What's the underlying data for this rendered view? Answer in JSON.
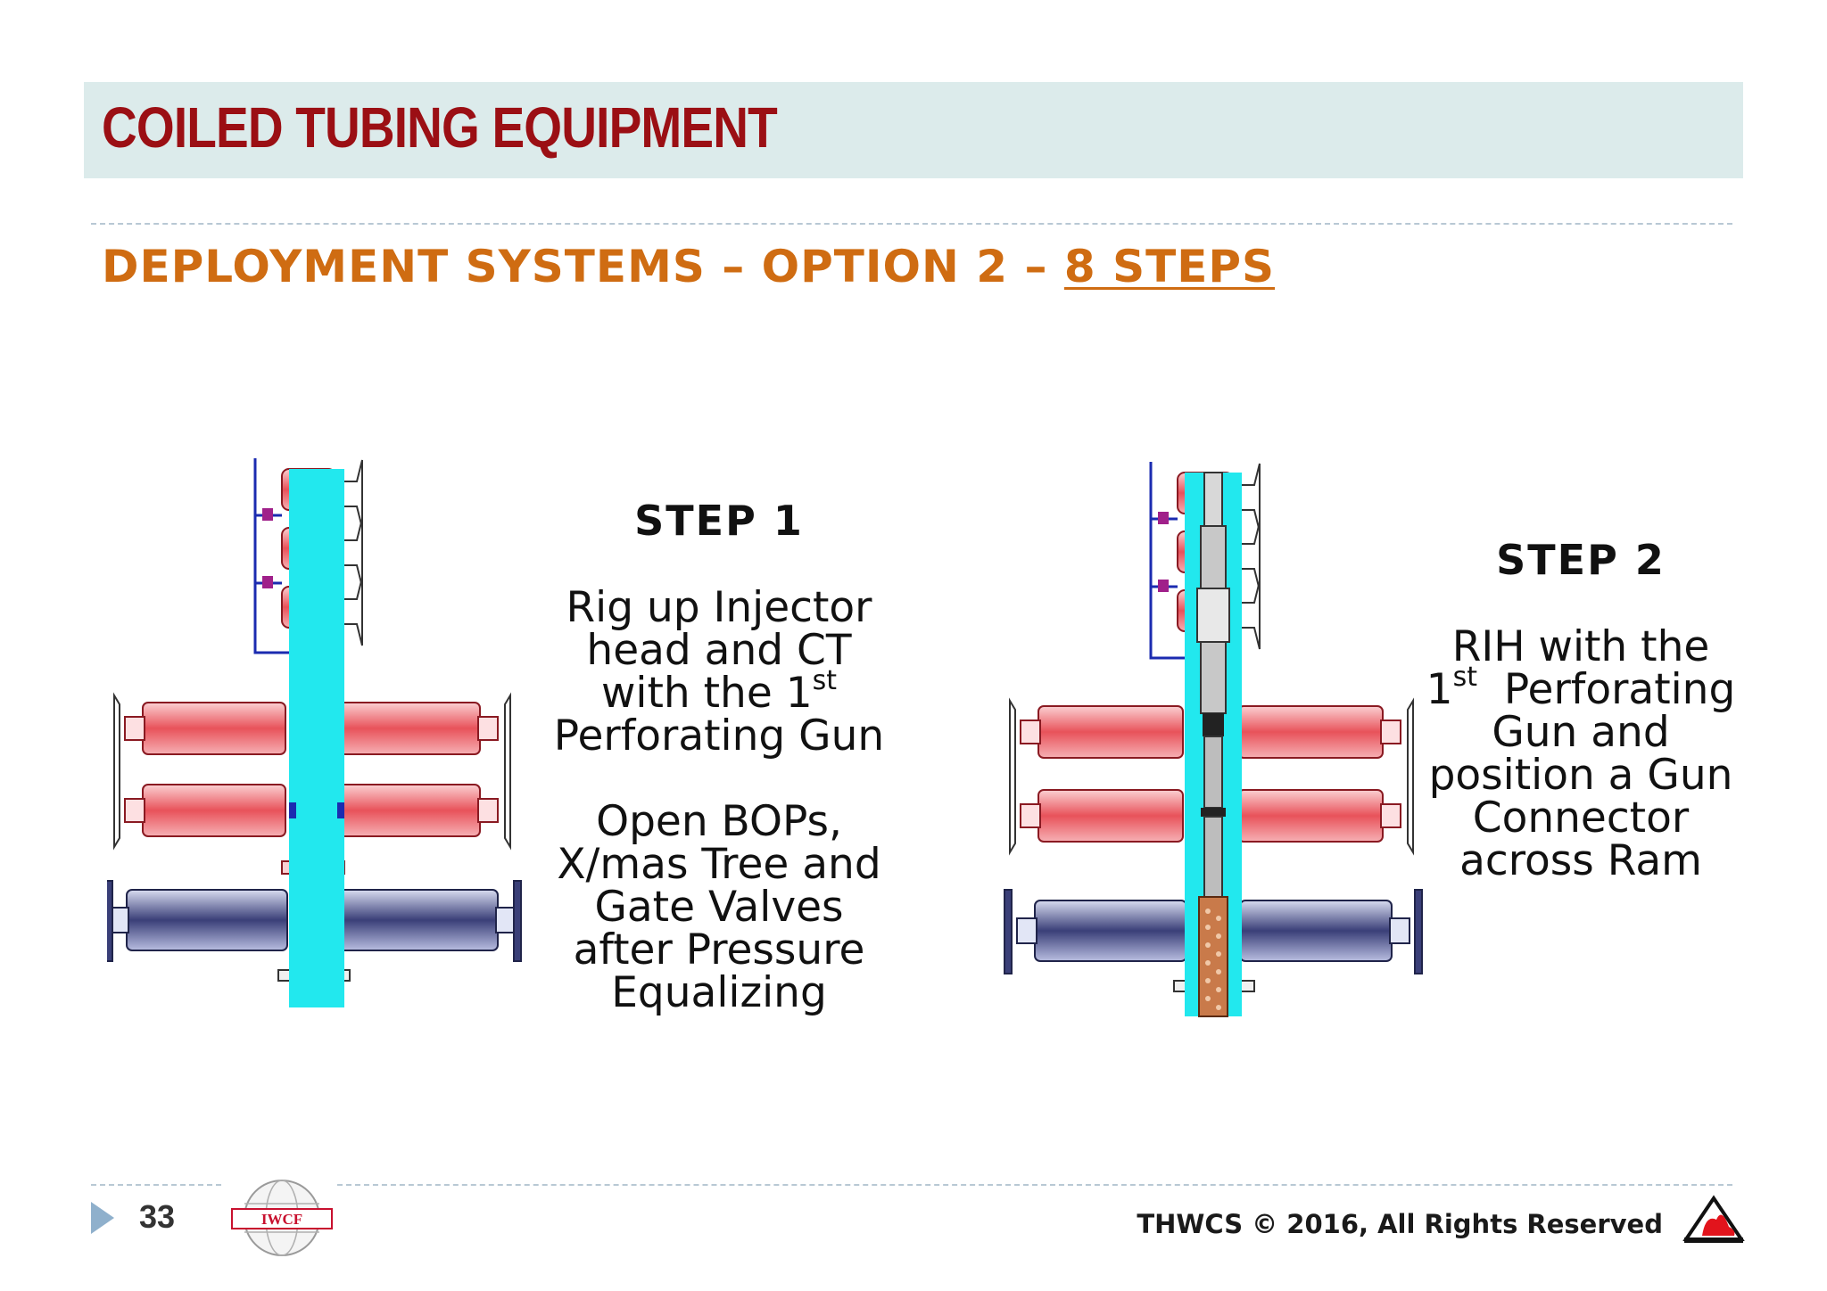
{
  "header": {
    "title": "COILED TUBING EQUIPMENT",
    "subtitle_prefix": "DEPLOYMENT SYSTEMS – OPTION 2 – ",
    "subtitle_link": "8 STEPS"
  },
  "steps": [
    {
      "heading": "STEP 1",
      "lines_a": [
        "Rig up Injector",
        "head and CT",
        "with the 1",
        "st",
        "Perforating Gun"
      ],
      "lines_b": [
        "Open BOPs,",
        "X/mas Tree and",
        "Gate Valves",
        "after Pressure",
        "Equalizing"
      ]
    },
    {
      "heading": "STEP 2",
      "lines_a": [
        "RIH with the",
        "1",
        "st",
        "  Perforating",
        "Gun and",
        "position a Gun",
        "Connector",
        "across Ram"
      ]
    }
  ],
  "footer": {
    "page_number": "33",
    "copyright": "THWCS © 2016, All Rights Reserved",
    "logo_left": "IWCF"
  },
  "colors": {
    "title": "#9b0f14",
    "subtitle": "#cf6c12",
    "title_bar": "#dcebeb",
    "bore": "#22e8ee",
    "ram_red": "#e8525a",
    "ram_blue": "#3a3f78"
  }
}
